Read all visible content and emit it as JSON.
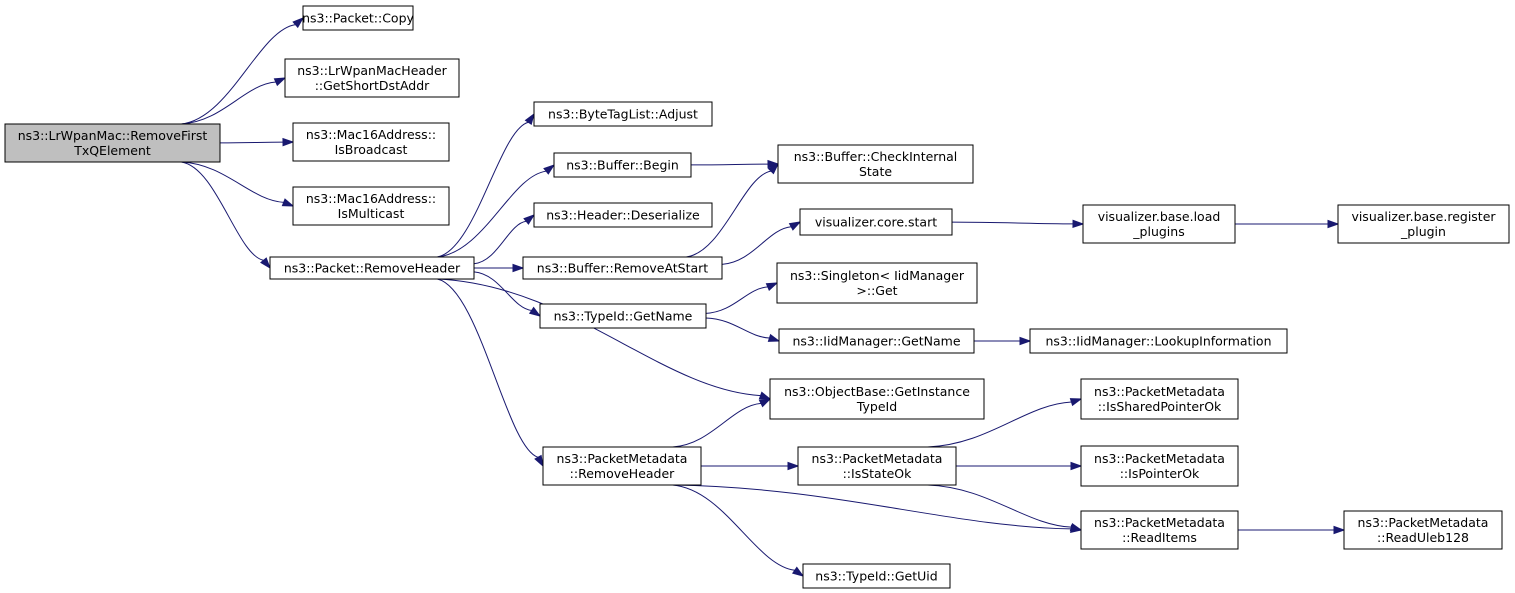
{
  "colors": {
    "edge": "#191970",
    "root_fill": "#bfbfbf",
    "node_fill": "#ffffff",
    "border": "#000000"
  },
  "nodes": [
    {
      "id": "root",
      "lines": [
        "ns3::LrWpanMac::RemoveFirst",
        "TxQElement"
      ],
      "root": true
    },
    {
      "id": "copy",
      "lines": [
        "ns3::Packet::Copy"
      ]
    },
    {
      "id": "getshort",
      "lines": [
        "ns3::LrWpanMacHeader",
        "::GetShortDstAddr"
      ]
    },
    {
      "id": "isbroadcast",
      "lines": [
        "ns3::Mac16Address::",
        "IsBroadcast"
      ]
    },
    {
      "id": "ismulticast",
      "lines": [
        "ns3::Mac16Address::",
        "IsMulticast"
      ]
    },
    {
      "id": "removeheader",
      "lines": [
        "ns3::Packet::RemoveHeader"
      ]
    },
    {
      "id": "adjust",
      "lines": [
        "ns3::ByteTagList::Adjust"
      ]
    },
    {
      "id": "begin",
      "lines": [
        "ns3::Buffer::Begin"
      ]
    },
    {
      "id": "deserialize",
      "lines": [
        "ns3::Header::Deserialize"
      ]
    },
    {
      "id": "removeatstart",
      "lines": [
        "ns3::Buffer::RemoveAtStart"
      ]
    },
    {
      "id": "tid_getname",
      "lines": [
        "ns3::TypeId::GetName"
      ]
    },
    {
      "id": "pm_removeheader",
      "lines": [
        "ns3::PacketMetadata",
        "::RemoveHeader"
      ]
    },
    {
      "id": "checkinternal",
      "lines": [
        "ns3::Buffer::CheckInternal",
        "State"
      ]
    },
    {
      "id": "vcstart",
      "lines": [
        "visualizer.core.start"
      ]
    },
    {
      "id": "singleton",
      "lines": [
        "ns3::Singleton< IidManager",
        ">::Get"
      ]
    },
    {
      "id": "iid_getname",
      "lines": [
        "ns3::IidManager::GetName"
      ]
    },
    {
      "id": "getinstance",
      "lines": [
        "ns3::ObjectBase::GetInstance",
        "TypeId"
      ]
    },
    {
      "id": "isstateok",
      "lines": [
        "ns3::PacketMetadata",
        "::IsStateOk"
      ]
    },
    {
      "id": "getuid",
      "lines": [
        "ns3::TypeId::GetUid"
      ]
    },
    {
      "id": "loadplugins",
      "lines": [
        "visualizer.base.load",
        "_plugins"
      ]
    },
    {
      "id": "lookup",
      "lines": [
        "ns3::IidManager::LookupInformation"
      ]
    },
    {
      "id": "issharedptr",
      "lines": [
        "ns3::PacketMetadata",
        "::IsSharedPointerOk"
      ]
    },
    {
      "id": "ispointerok",
      "lines": [
        "ns3::PacketMetadata",
        "::IsPointerOk"
      ]
    },
    {
      "id": "readitems",
      "lines": [
        "ns3::PacketMetadata",
        "::ReadItems"
      ]
    },
    {
      "id": "regplugin",
      "lines": [
        "visualizer.base.register",
        "_plugin"
      ]
    },
    {
      "id": "readuleb",
      "lines": [
        "ns3::PacketMetadata",
        "::ReadUleb128"
      ]
    }
  ],
  "edges": [
    {
      "from": "root",
      "to": "copy"
    },
    {
      "from": "root",
      "to": "getshort"
    },
    {
      "from": "root",
      "to": "isbroadcast"
    },
    {
      "from": "root",
      "to": "ismulticast"
    },
    {
      "from": "root",
      "to": "removeheader"
    },
    {
      "from": "removeheader",
      "to": "adjust"
    },
    {
      "from": "removeheader",
      "to": "begin"
    },
    {
      "from": "removeheader",
      "to": "deserialize"
    },
    {
      "from": "removeheader",
      "to": "removeatstart"
    },
    {
      "from": "removeheader",
      "to": "tid_getname"
    },
    {
      "from": "removeheader",
      "to": "getinstance"
    },
    {
      "from": "removeheader",
      "to": "pm_removeheader"
    },
    {
      "from": "begin",
      "to": "checkinternal"
    },
    {
      "from": "removeatstart",
      "to": "checkinternal"
    },
    {
      "from": "removeatstart",
      "to": "vcstart"
    },
    {
      "from": "vcstart",
      "to": "loadplugins"
    },
    {
      "from": "loadplugins",
      "to": "regplugin"
    },
    {
      "from": "tid_getname",
      "to": "singleton"
    },
    {
      "from": "tid_getname",
      "to": "iid_getname"
    },
    {
      "from": "iid_getname",
      "to": "lookup"
    },
    {
      "from": "pm_removeheader",
      "to": "getinstance"
    },
    {
      "from": "pm_removeheader",
      "to": "isstateok"
    },
    {
      "from": "pm_removeheader",
      "to": "readitems"
    },
    {
      "from": "pm_removeheader",
      "to": "getuid"
    },
    {
      "from": "isstateok",
      "to": "issharedptr"
    },
    {
      "from": "isstateok",
      "to": "ispointerok"
    },
    {
      "from": "isstateok",
      "to": "readitems"
    },
    {
      "from": "readitems",
      "to": "readuleb"
    }
  ]
}
